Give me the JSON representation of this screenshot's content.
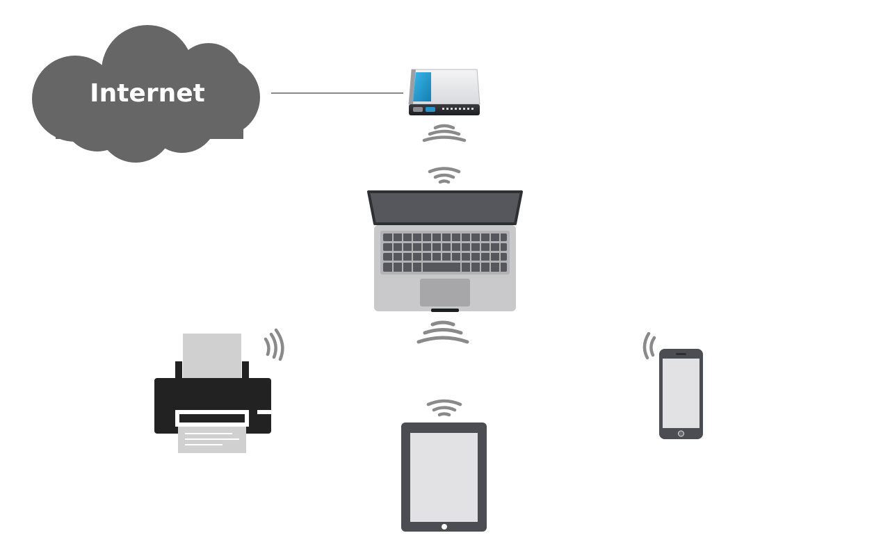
{
  "cloud": {
    "label": "Internet",
    "color": "#666666"
  },
  "colors": {
    "wifi_waves": "#8a8a8a",
    "link_line": "#8a8a8a",
    "device_dark": "#4b4d52",
    "device_light": "#c9c9cb",
    "screen": "#e2e2e4",
    "printer_body": "#222222",
    "paper": "#d0d0d0"
  },
  "nodes": [
    {
      "id": "router",
      "icon": "wireless-router-icon"
    },
    {
      "id": "laptop",
      "icon": "laptop-icon"
    },
    {
      "id": "printer",
      "icon": "printer-icon"
    },
    {
      "id": "tablet",
      "icon": "tablet-icon"
    },
    {
      "id": "smartphone",
      "icon": "smartphone-icon"
    }
  ]
}
